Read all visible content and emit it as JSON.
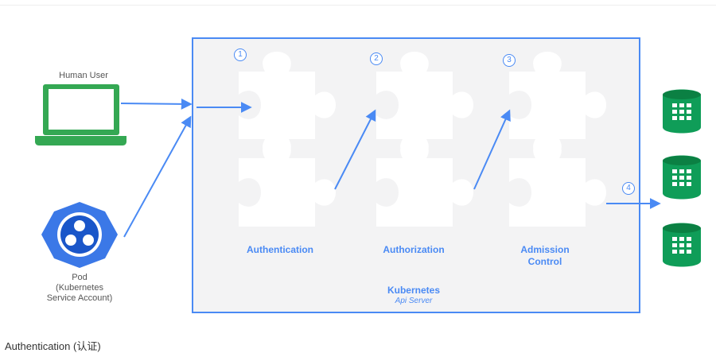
{
  "human_user_label": "Human User",
  "pod_label": [
    "Pod",
    "(Kubernetes",
    "Service Account)"
  ],
  "stages": [
    {
      "step": "1",
      "label": [
        "Authentication"
      ]
    },
    {
      "step": "2",
      "label": [
        "Authorization"
      ]
    },
    {
      "step": "3",
      "label": [
        "Admission",
        "Control"
      ]
    }
  ],
  "final_step": "4",
  "server_title": "Kubernetes",
  "server_subtitle": "Api Server",
  "footer_text": "Authentication (认证)",
  "colors": {
    "accent": "#4a8af4",
    "user_green": "#34a853",
    "db_green": "#0f9d58",
    "pod_blue": "#4285f4",
    "puzzle": "#ffffff",
    "panel": "#f3f3f4"
  },
  "icons": [
    "laptop-icon",
    "pod-hexagon-icon",
    "puzzle-icon",
    "database-icon"
  ]
}
